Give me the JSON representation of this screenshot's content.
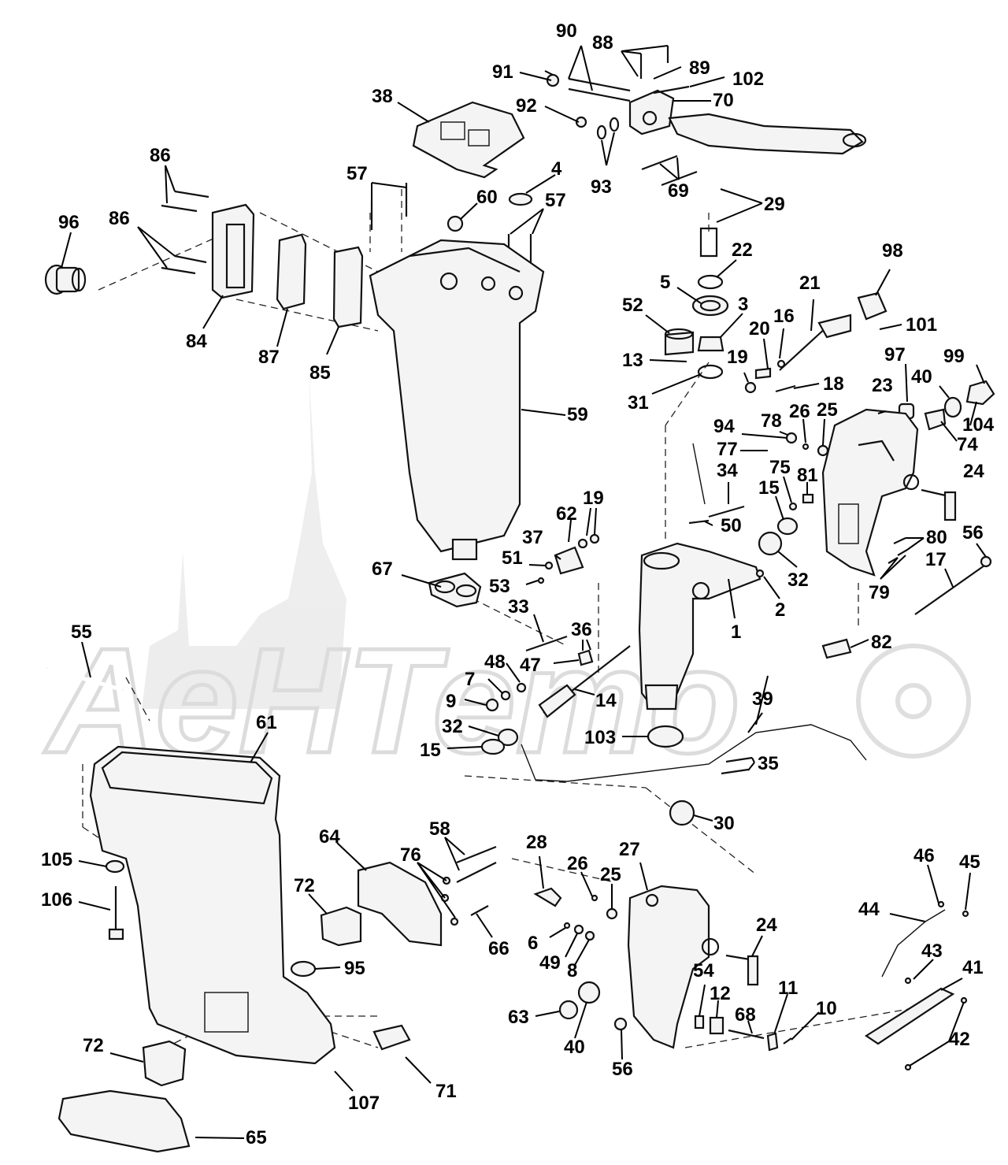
{
  "watermark": {
    "text": "AeHTemo"
  },
  "part_labels": [
    {
      "id": "l1",
      "text": "1"
    },
    {
      "id": "l2",
      "text": "2"
    },
    {
      "id": "l3",
      "text": "3"
    },
    {
      "id": "l4",
      "text": "4"
    },
    {
      "id": "l5",
      "text": "5"
    },
    {
      "id": "l6",
      "text": "6"
    },
    {
      "id": "l7",
      "text": "7"
    },
    {
      "id": "l8",
      "text": "8"
    },
    {
      "id": "l9",
      "text": "9"
    },
    {
      "id": "l10",
      "text": "10"
    },
    {
      "id": "l11",
      "text": "11"
    },
    {
      "id": "l12",
      "text": "12"
    },
    {
      "id": "l13",
      "text": "13"
    },
    {
      "id": "l14",
      "text": "14"
    },
    {
      "id": "l15a",
      "text": "15"
    },
    {
      "id": "l15b",
      "text": "15"
    },
    {
      "id": "l16",
      "text": "16"
    },
    {
      "id": "l17",
      "text": "17"
    },
    {
      "id": "l18",
      "text": "18"
    },
    {
      "id": "l19a",
      "text": "19"
    },
    {
      "id": "l19b",
      "text": "19"
    },
    {
      "id": "l20",
      "text": "20"
    },
    {
      "id": "l21",
      "text": "21"
    },
    {
      "id": "l22",
      "text": "22"
    },
    {
      "id": "l23",
      "text": "23"
    },
    {
      "id": "l24a",
      "text": "24"
    },
    {
      "id": "l24b",
      "text": "24"
    },
    {
      "id": "l25a",
      "text": "25"
    },
    {
      "id": "l25b",
      "text": "25"
    },
    {
      "id": "l26a",
      "text": "26"
    },
    {
      "id": "l26b",
      "text": "26"
    },
    {
      "id": "l27",
      "text": "27"
    },
    {
      "id": "l28",
      "text": "28"
    },
    {
      "id": "l29",
      "text": "29"
    },
    {
      "id": "l30",
      "text": "30"
    },
    {
      "id": "l31",
      "text": "31"
    },
    {
      "id": "l32a",
      "text": "32"
    },
    {
      "id": "l32b",
      "text": "32"
    },
    {
      "id": "l33",
      "text": "33"
    },
    {
      "id": "l34",
      "text": "34"
    },
    {
      "id": "l35",
      "text": "35"
    },
    {
      "id": "l36",
      "text": "36"
    },
    {
      "id": "l37",
      "text": "37"
    },
    {
      "id": "l38",
      "text": "38"
    },
    {
      "id": "l39",
      "text": "39"
    },
    {
      "id": "l40a",
      "text": "40"
    },
    {
      "id": "l40b",
      "text": "40"
    },
    {
      "id": "l41",
      "text": "41"
    },
    {
      "id": "l42",
      "text": "42"
    },
    {
      "id": "l43",
      "text": "43"
    },
    {
      "id": "l44",
      "text": "44"
    },
    {
      "id": "l45",
      "text": "45"
    },
    {
      "id": "l46",
      "text": "46"
    },
    {
      "id": "l47",
      "text": "47"
    },
    {
      "id": "l48",
      "text": "48"
    },
    {
      "id": "l49",
      "text": "49"
    },
    {
      "id": "l50",
      "text": "50"
    },
    {
      "id": "l51",
      "text": "51"
    },
    {
      "id": "l52",
      "text": "52"
    },
    {
      "id": "l53",
      "text": "53"
    },
    {
      "id": "l54",
      "text": "54"
    },
    {
      "id": "l55",
      "text": "55"
    },
    {
      "id": "l56a",
      "text": "56"
    },
    {
      "id": "l56b",
      "text": "56"
    },
    {
      "id": "l57a",
      "text": "57"
    },
    {
      "id": "l57b",
      "text": "57"
    },
    {
      "id": "l58",
      "text": "58"
    },
    {
      "id": "l59",
      "text": "59"
    },
    {
      "id": "l60",
      "text": "60"
    },
    {
      "id": "l61",
      "text": "61"
    },
    {
      "id": "l62",
      "text": "62"
    },
    {
      "id": "l63",
      "text": "63"
    },
    {
      "id": "l64",
      "text": "64"
    },
    {
      "id": "l65",
      "text": "65"
    },
    {
      "id": "l66",
      "text": "66"
    },
    {
      "id": "l67",
      "text": "67"
    },
    {
      "id": "l68",
      "text": "68"
    },
    {
      "id": "l69",
      "text": "69"
    },
    {
      "id": "l70",
      "text": "70"
    },
    {
      "id": "l71",
      "text": "71"
    },
    {
      "id": "l72a",
      "text": "72"
    },
    {
      "id": "l72b",
      "text": "72"
    },
    {
      "id": "l74",
      "text": "74"
    },
    {
      "id": "l75",
      "text": "75"
    },
    {
      "id": "l76",
      "text": "76"
    },
    {
      "id": "l77",
      "text": "77"
    },
    {
      "id": "l78",
      "text": "78"
    },
    {
      "id": "l79",
      "text": "79"
    },
    {
      "id": "l80",
      "text": "80"
    },
    {
      "id": "l81",
      "text": "81"
    },
    {
      "id": "l82",
      "text": "82"
    },
    {
      "id": "l84",
      "text": "84"
    },
    {
      "id": "l85",
      "text": "85"
    },
    {
      "id": "l86a",
      "text": "86"
    },
    {
      "id": "l86b",
      "text": "86"
    },
    {
      "id": "l87",
      "text": "87"
    },
    {
      "id": "l88",
      "text": "88"
    },
    {
      "id": "l89",
      "text": "89"
    },
    {
      "id": "l90",
      "text": "90"
    },
    {
      "id": "l91",
      "text": "91"
    },
    {
      "id": "l92",
      "text": "92"
    },
    {
      "id": "l93",
      "text": "93"
    },
    {
      "id": "l94",
      "text": "94"
    },
    {
      "id": "l95",
      "text": "95"
    },
    {
      "id": "l96",
      "text": "96"
    },
    {
      "id": "l97",
      "text": "97"
    },
    {
      "id": "l98",
      "text": "98"
    },
    {
      "id": "l99",
      "text": "99"
    },
    {
      "id": "l101",
      "text": "101"
    },
    {
      "id": "l102",
      "text": "102"
    },
    {
      "id": "l103",
      "text": "103"
    },
    {
      "id": "l104",
      "text": "104"
    },
    {
      "id": "l105",
      "text": "105"
    },
    {
      "id": "l106",
      "text": "106"
    },
    {
      "id": "l107",
      "text": "107"
    }
  ]
}
